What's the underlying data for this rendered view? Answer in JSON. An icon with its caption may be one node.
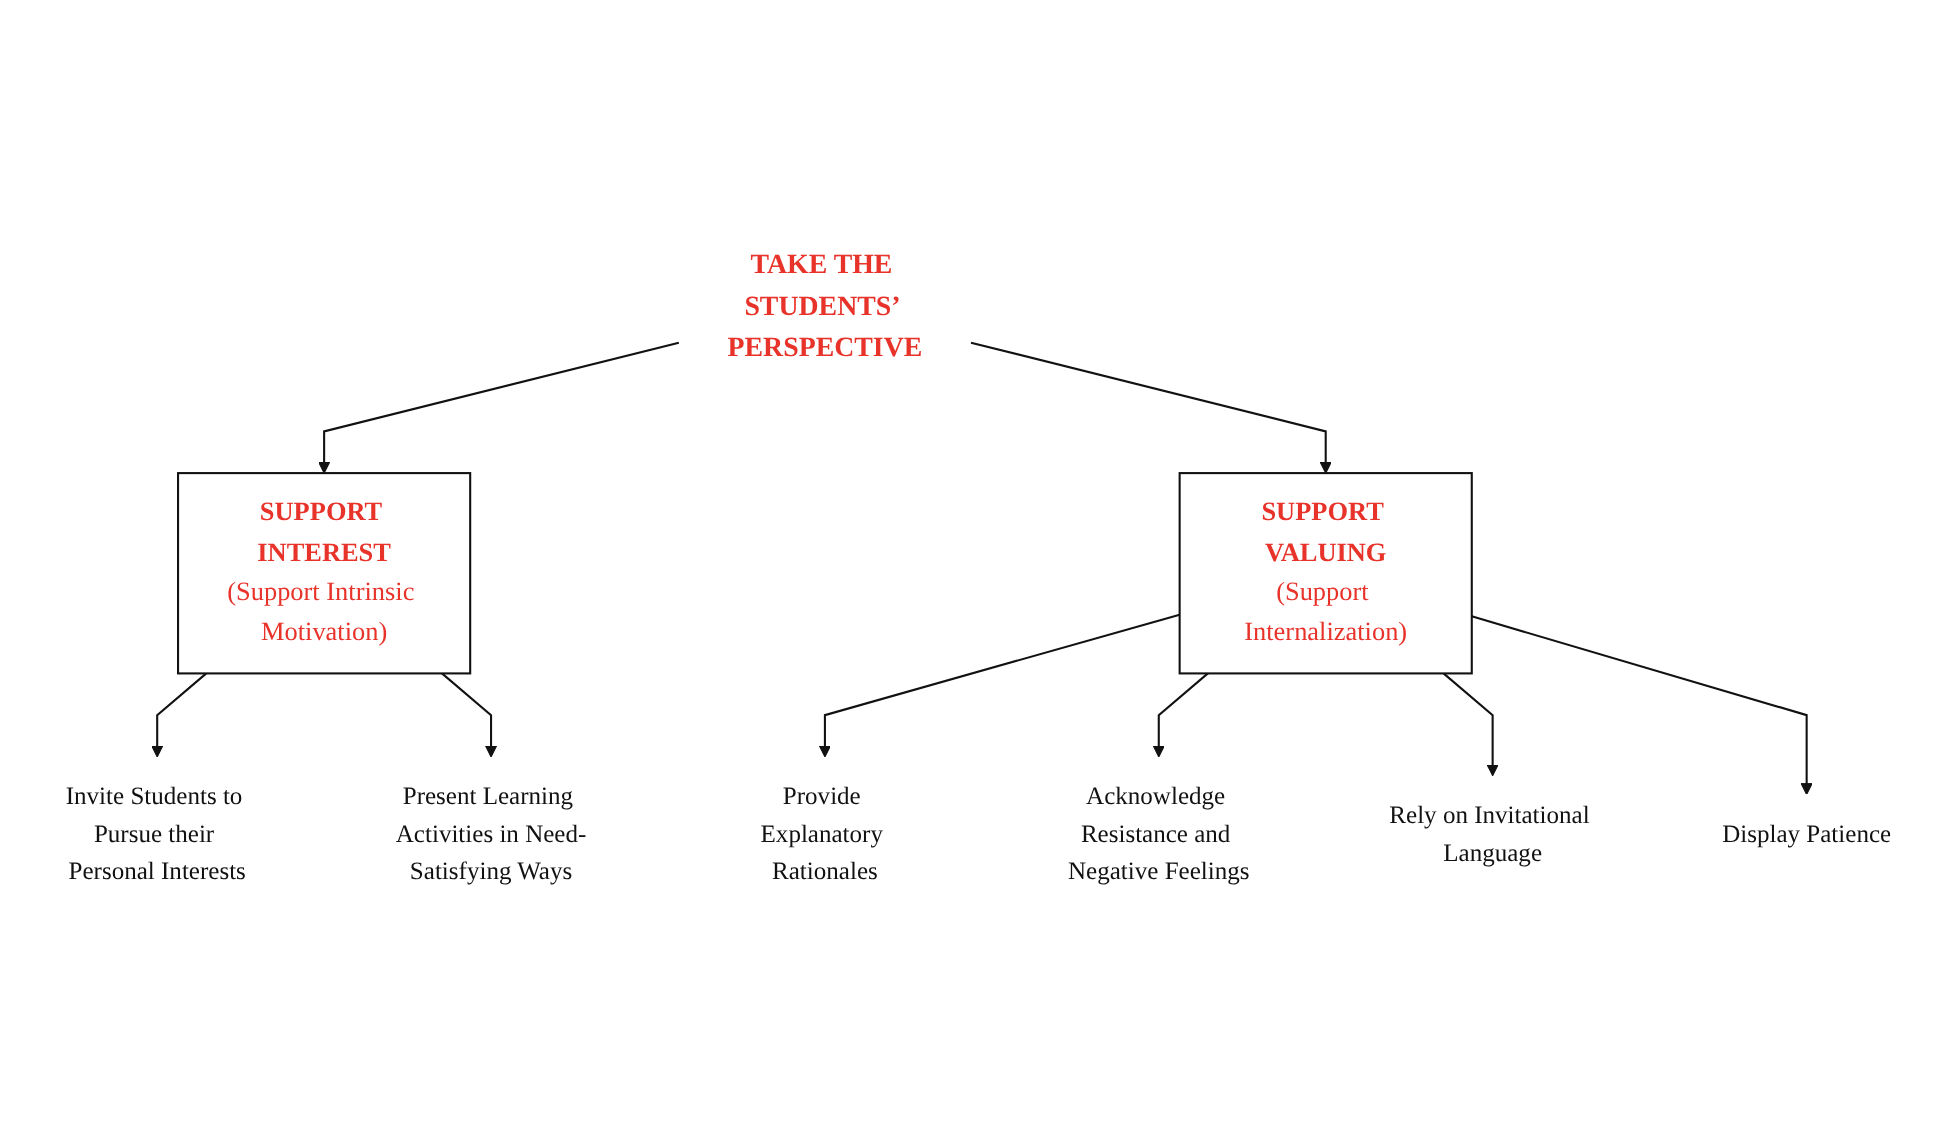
{
  "diagram": {
    "nodes": [
      {
        "text": [
          "TAKE THE STUDENTS’ PERSPECTIVE"
        ]
      },
      {
        "text": [
          "SUPPORT INTEREST",
          "(Support Intrinsic Motivation)"
        ]
      },
      {
        "text": [
          "SUPPORT VALUING",
          "(Support Internalization)"
        ]
      },
      {
        "text": [
          "Invite Students to Pursue their Personal Interests"
        ]
      },
      {
        "text": [
          "Present Learning Activities in Need-Satisfying Ways"
        ]
      },
      {
        "text": [
          "Provide Explanatory Rationales"
        ]
      },
      {
        "text": [
          "Acknowledge Resistance and Negative Feelings"
        ]
      },
      {
        "text": [
          "Rely on Invitational Language"
        ]
      },
      {
        "text": [
          "Display Patience"
        ]
      }
    ],
    "edges": [
      {
        "from": 0,
        "to": 1,
        "arrow": "to"
      },
      {
        "from": 0,
        "to": 2,
        "arrow": "to"
      },
      {
        "from": 1,
        "to": 3,
        "arrow": "to"
      },
      {
        "from": 1,
        "to": 4,
        "arrow": "to"
      },
      {
        "from": 2,
        "to": 5,
        "arrow": "to"
      },
      {
        "from": 2,
        "to": 6,
        "arrow": "to"
      },
      {
        "from": 2,
        "to": 7,
        "arrow": "to"
      },
      {
        "from": 2,
        "to": 8,
        "arrow": "to"
      }
    ]
  }
}
